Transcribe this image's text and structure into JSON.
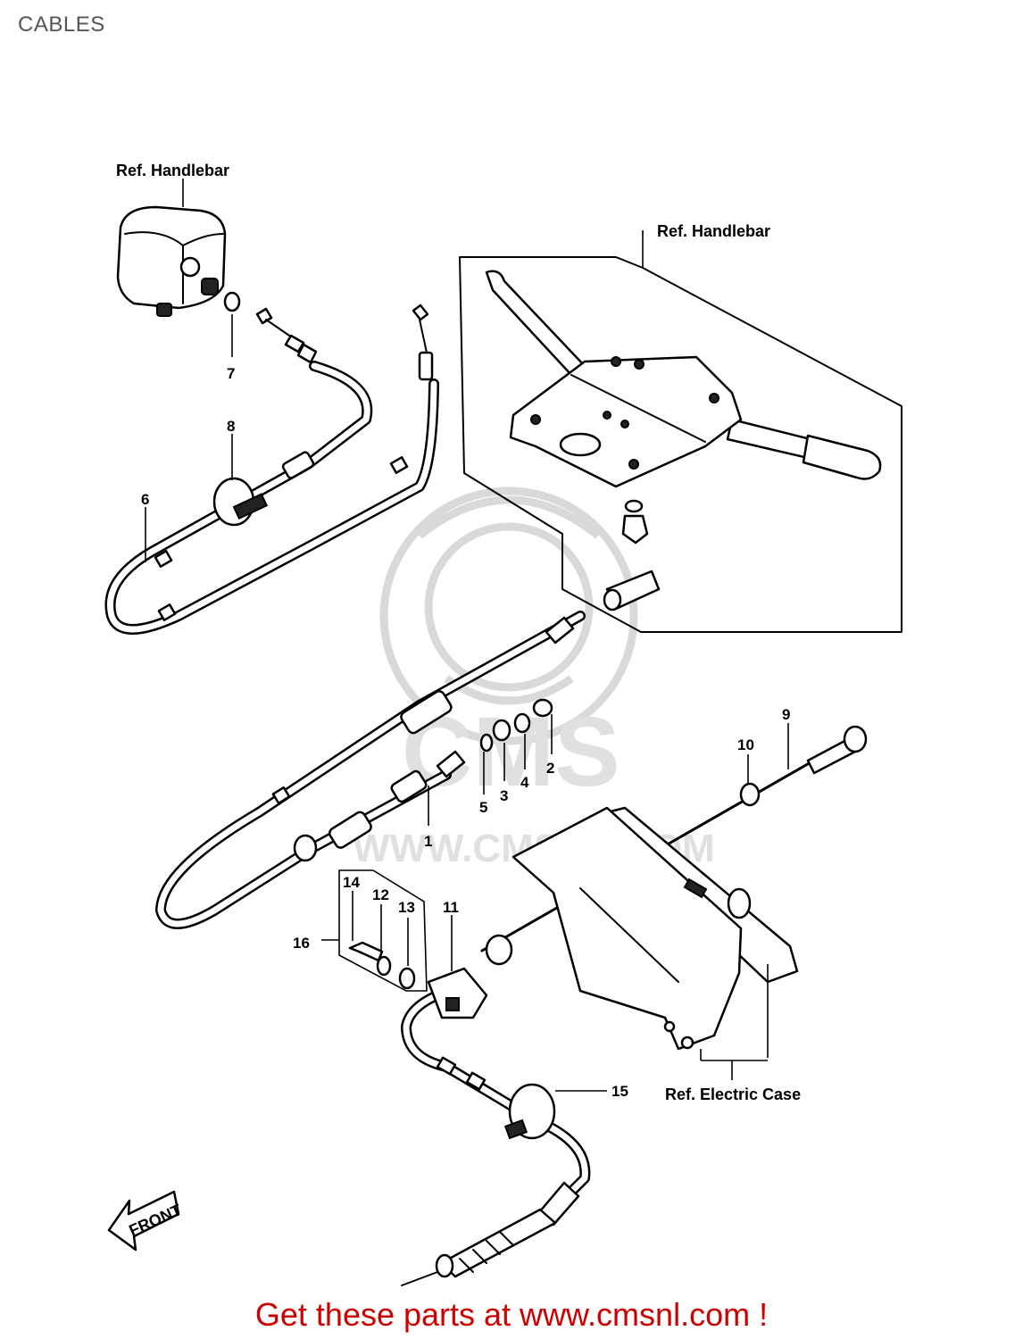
{
  "header": {
    "title": "CABLES"
  },
  "labels": {
    "ref_handlebar_left": "Ref. Handlebar",
    "ref_handlebar_right": "Ref. Handlebar",
    "ref_electric_case": "Ref. Electric Case",
    "front": "FRONT"
  },
  "callouts": [
    "1",
    "2",
    "3",
    "4",
    "5",
    "6",
    "7",
    "8",
    "9",
    "10",
    "11",
    "12",
    "13",
    "14",
    "15",
    "16"
  ],
  "watermark": {
    "text": "WWW.CMSNL.COM",
    "logo": "CMS"
  },
  "footer": {
    "text": "Get these parts at www.cmsnl.com !"
  },
  "colors": {
    "footer_text": "#cc0000",
    "title_text": "#555555",
    "watermark": "#d9d9d9"
  }
}
